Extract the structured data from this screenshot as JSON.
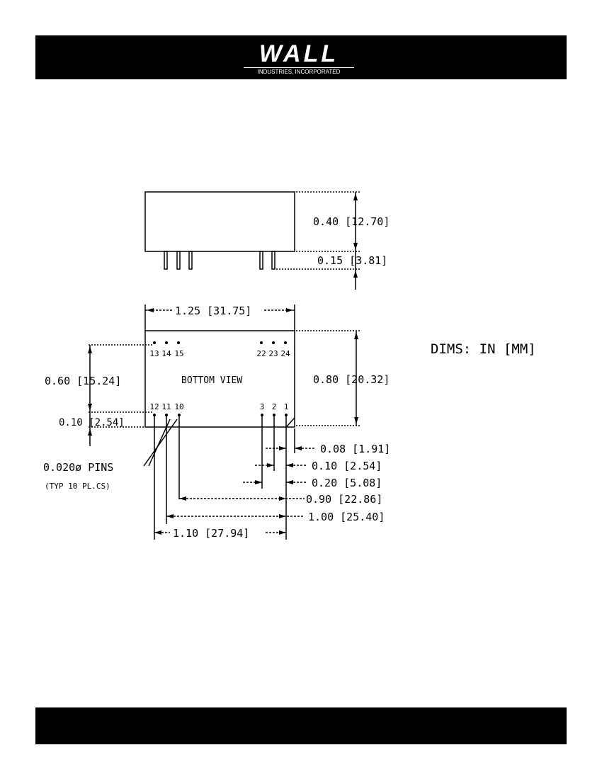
{
  "header": {
    "logo_name": "WALL",
    "logo_subtitle": "INDUSTRIES, INCORPORATED"
  },
  "drawing": {
    "dims_note": "DIMS: IN [MM]",
    "view_label": "BOTTOM VIEW",
    "side_height": "0.40 [12.70]",
    "pin_length": "0.15 [3.81]",
    "width": "1.25 [31.75]",
    "height": "0.80 [20.32]",
    "row_spacing": "0.60 [15.24]",
    "edge_offset": "0.10 [2.54]",
    "pin_callout": "0.020ø PINS",
    "pin_count_note": "(TYP 10 PL.CS)",
    "dim_008": "0.08 [1.91]",
    "dim_010": "0.10 [2.54]",
    "dim_020": "0.20 [5.08]",
    "dim_090": "0.90 [22.86]",
    "dim_100": "1.00 [25.40]",
    "dim_110": "1.10 [27.94]",
    "top_pins": [
      "13",
      "14",
      "15",
      "22",
      "23",
      "24"
    ],
    "bottom_pins": [
      "12",
      "11",
      "10",
      "3",
      "2",
      "1"
    ]
  }
}
